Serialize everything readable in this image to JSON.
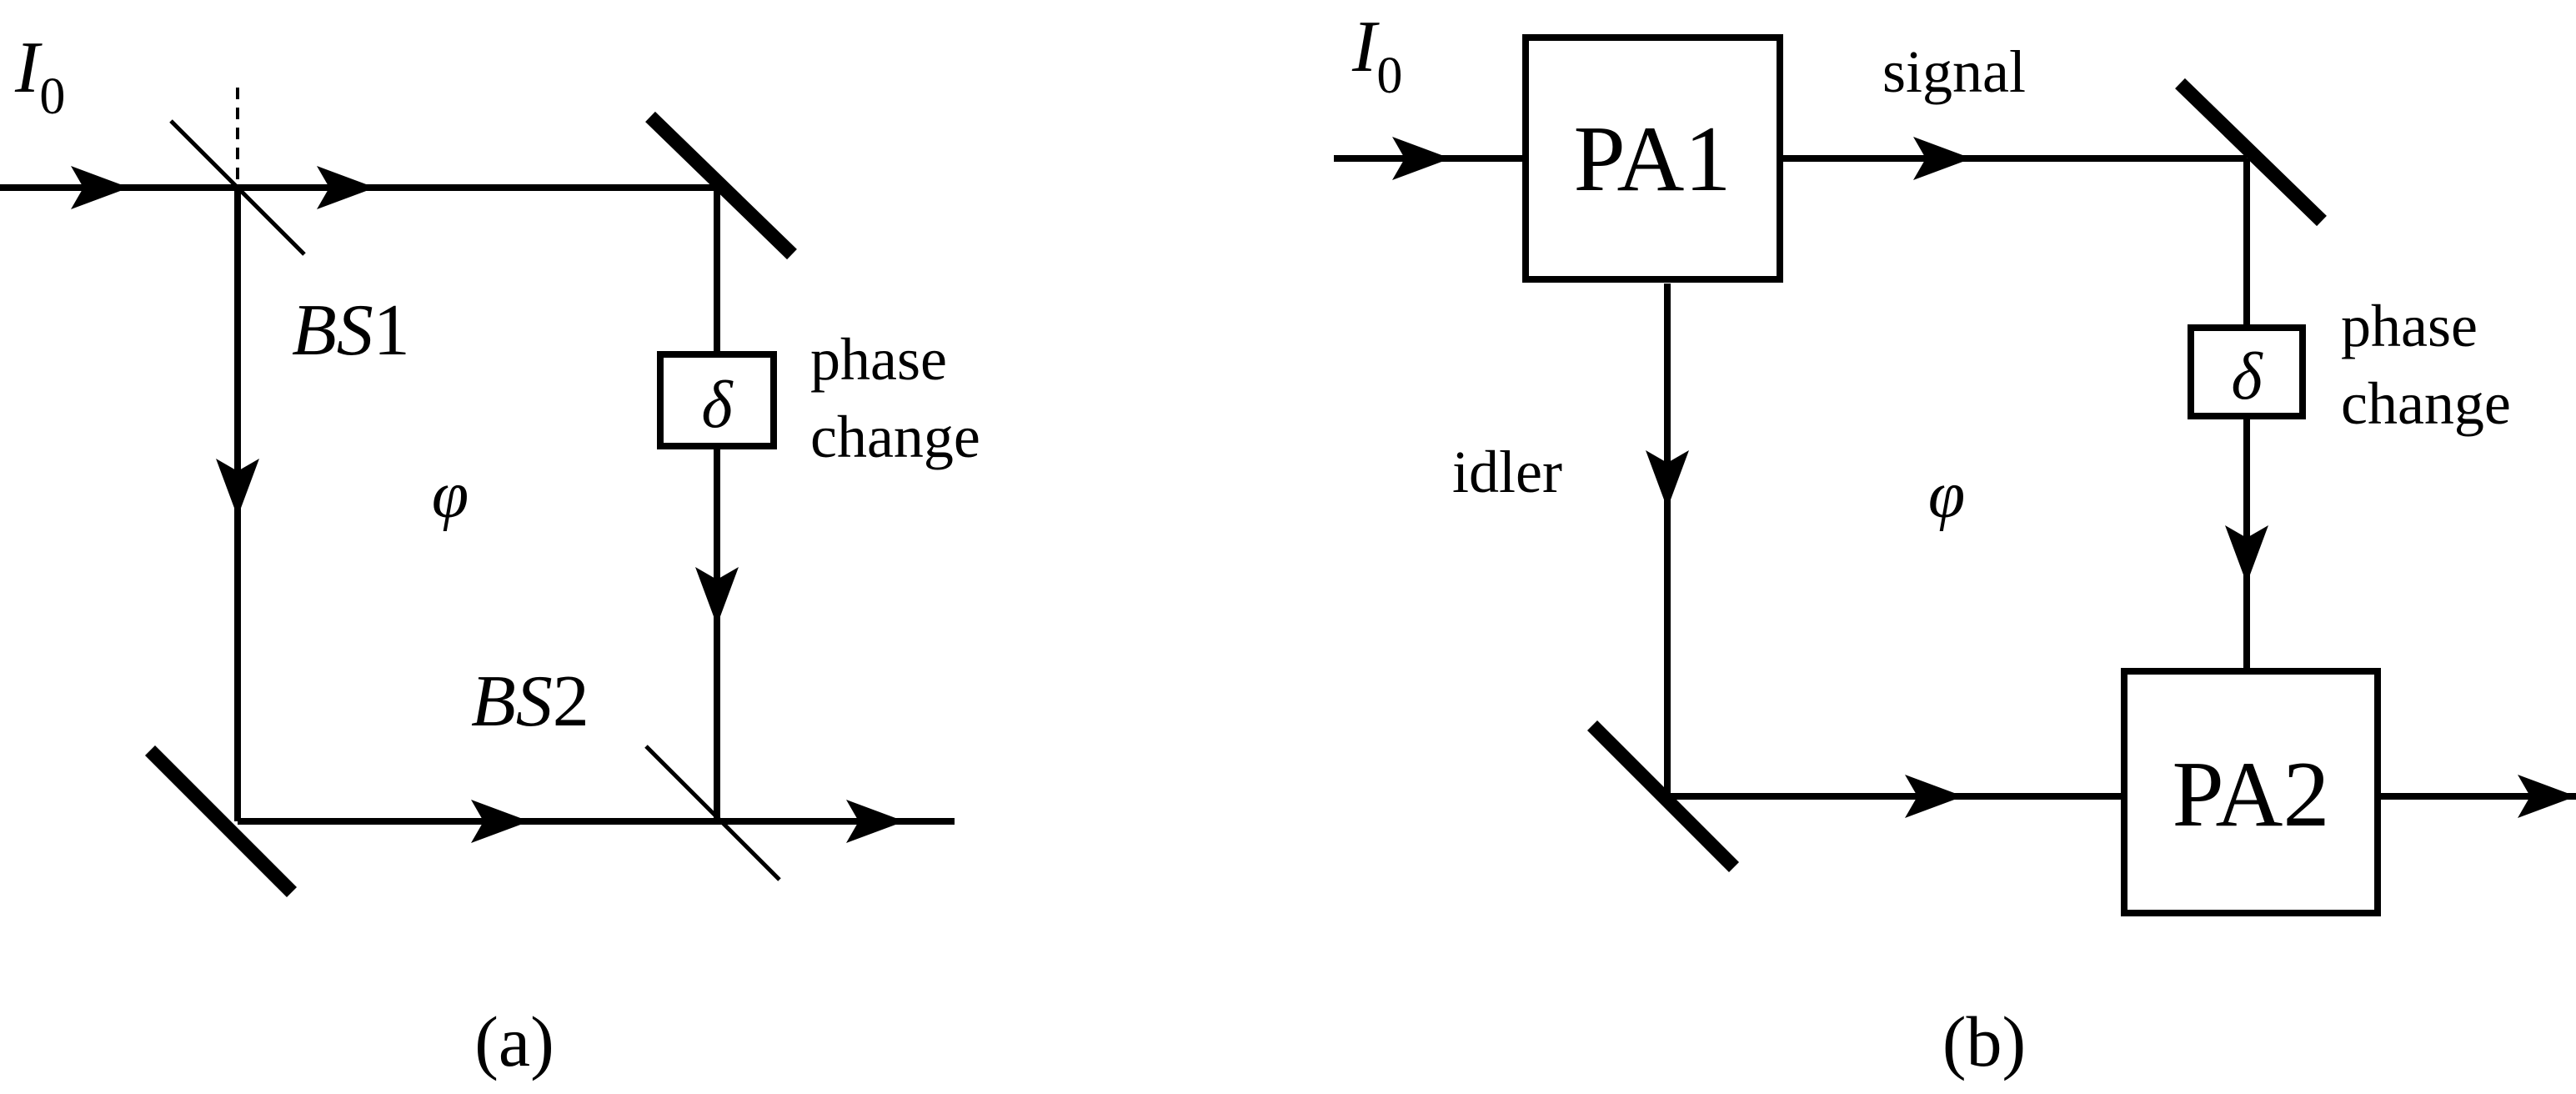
{
  "panel_a": {
    "caption": "(a)",
    "input_label_base": "I",
    "input_label_sub": "0",
    "bs1_label_italic": "BS",
    "bs1_label_num": "1",
    "bs2_label_italic": "BS",
    "bs2_label_num": "2",
    "phase_box_symbol": "δ",
    "phase_text_line1": "phase",
    "phase_text_line2": "change",
    "phi_symbol": "φ"
  },
  "panel_b": {
    "caption": "(b)",
    "input_label_base": "I",
    "input_label_sub": "0",
    "pa1_label": "PA1",
    "pa2_label": "PA2",
    "signal_label": "signal",
    "idler_label": "idler",
    "phase_box_symbol": "δ",
    "phase_text_line1": "phase",
    "phase_text_line2": "change",
    "phi_symbol": "φ"
  }
}
